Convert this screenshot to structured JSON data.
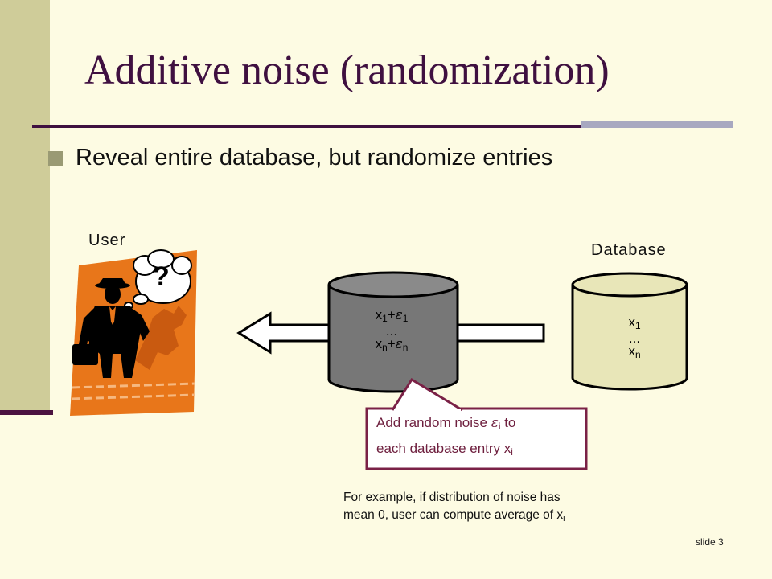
{
  "slide": {
    "title": "Additive noise (randomization)",
    "bullet": "Reveal entire database, but randomize entries",
    "user_label": "User",
    "database_label": "Database",
    "noisy_db": {
      "line1": {
        "x": "x",
        "sub": "1",
        "plus": "+",
        "eps": "ε",
        "eps_sub": "1"
      },
      "dots": "...",
      "line2": {
        "x": "x",
        "sub": "n",
        "plus": "+",
        "eps": "ε",
        "eps_sub": "n"
      }
    },
    "clean_db": {
      "line1": {
        "x": "x",
        "sub": "1"
      },
      "dots": "...",
      "line2": {
        "x": "x",
        "sub": "n"
      }
    },
    "callout": {
      "line1_a": "Add random noise ",
      "line1_eps": "ε",
      "line1_eps_sub": "i",
      "line1_b": " to",
      "line2_a": "each database entry x",
      "line2_sub": "i"
    },
    "example": {
      "line1": "For example, if distribution of noise has",
      "line2_a": "mean 0, user can compute average of x",
      "line2_sub": "i"
    },
    "question_mark": "?",
    "slide_number": "slide 3"
  },
  "colors": {
    "background": "#fdfbe3",
    "left_bar": "#cfcc99",
    "title": "#3f1040",
    "callout_border": "#7a2146",
    "noisy_cylinder": "#777777",
    "clean_cylinder": "#e8e6b8",
    "clipart_orange": "#e8761a"
  },
  "icons": [
    "businessman-clipart-icon",
    "thought-bubble-icon",
    "briefcase-icon",
    "hollow-left-arrow-icon"
  ]
}
